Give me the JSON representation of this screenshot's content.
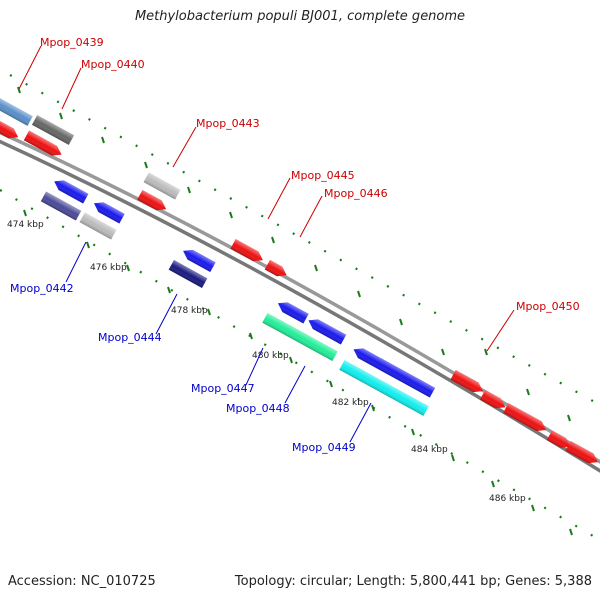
{
  "title": "Methylobacterium populi BJ001, complete genome",
  "footer": {
    "accession": "Accession: NC_010725",
    "summary": "Topology: circular; Length: 5,800,441 bp; Genes: 5,388"
  },
  "colors": {
    "forward_label": "#cc0000",
    "reverse_label": "#0000cc",
    "backbone": "#888888",
    "tick": "#1a7a1a",
    "red": "#ee1111",
    "blue": "#1a1aee",
    "gray": "#bbbbbb",
    "darkgray": "#666666",
    "steel": "#5a8fc8",
    "slate": "#4b4a98",
    "navy": "#1a1a80",
    "green": "#22ee99",
    "cyan": "#11eeee"
  },
  "kbp_ticks": [
    "474 kbp",
    "476 kbp",
    "478 kbp",
    "480 kbp",
    "482 kbp",
    "484 kbp",
    "486 kbp"
  ],
  "gene_labels_forward": [
    "Mpop_0439",
    "Mpop_0440",
    "Mpop_0443",
    "Mpop_0445",
    "Mpop_0446",
    "Mpop_0450"
  ],
  "gene_labels_reverse": [
    "Mpop_0442",
    "Mpop_0444",
    "Mpop_0447",
    "Mpop_0448",
    "Mpop_0449"
  ]
}
